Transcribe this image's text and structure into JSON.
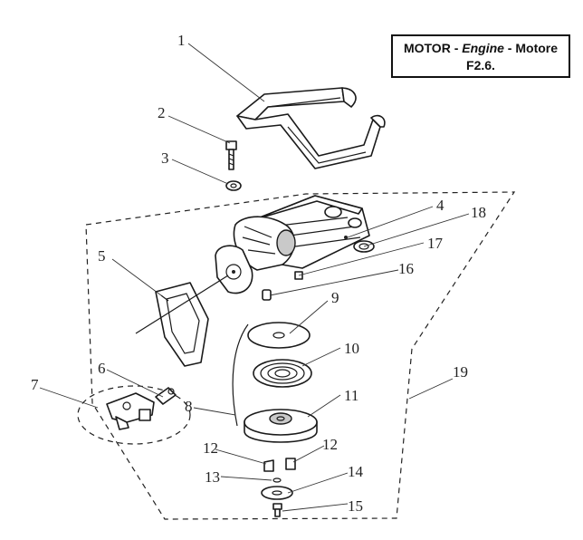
{
  "title": {
    "line1_a": "MOTOR - ",
    "line1_b": "Engine",
    "line1_c": " - Motore",
    "line2": "F2.6."
  },
  "callouts": [
    {
      "id": "c1",
      "label": "1"
    },
    {
      "id": "c2",
      "label": "2"
    },
    {
      "id": "c3",
      "label": "3"
    },
    {
      "id": "c4",
      "label": "4"
    },
    {
      "id": "c5",
      "label": "5"
    },
    {
      "id": "c6",
      "label": "6"
    },
    {
      "id": "c7",
      "label": "7"
    },
    {
      "id": "c8",
      "label": "8"
    },
    {
      "id": "c9",
      "label": "9"
    },
    {
      "id": "c10",
      "label": "10"
    },
    {
      "id": "c11",
      "label": "11"
    },
    {
      "id": "c12a",
      "label": "12"
    },
    {
      "id": "c12b",
      "label": "12"
    },
    {
      "id": "c13",
      "label": "13"
    },
    {
      "id": "c14",
      "label": "14"
    },
    {
      "id": "c15",
      "label": "15"
    },
    {
      "id": "c16",
      "label": "16"
    },
    {
      "id": "c17",
      "label": "17"
    },
    {
      "id": "c18",
      "label": "18"
    },
    {
      "id": "c19",
      "label": "19"
    }
  ]
}
